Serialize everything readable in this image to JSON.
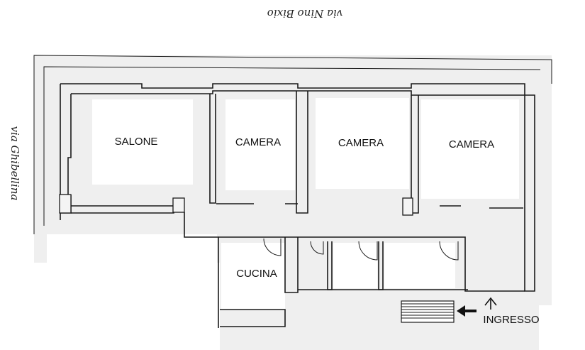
{
  "streets": {
    "top": "via Nino Bixio",
    "left": "via Ghibellina"
  },
  "rooms": [
    {
      "id": "salone",
      "label": "SALONE"
    },
    {
      "id": "camera1",
      "label": "CAMERA"
    },
    {
      "id": "camera2",
      "label": "CAMERA"
    },
    {
      "id": "camera3",
      "label": "CAMERA"
    },
    {
      "id": "cucina",
      "label": "CUCINA"
    }
  ],
  "entrance": {
    "label": "INGRESSO"
  }
}
